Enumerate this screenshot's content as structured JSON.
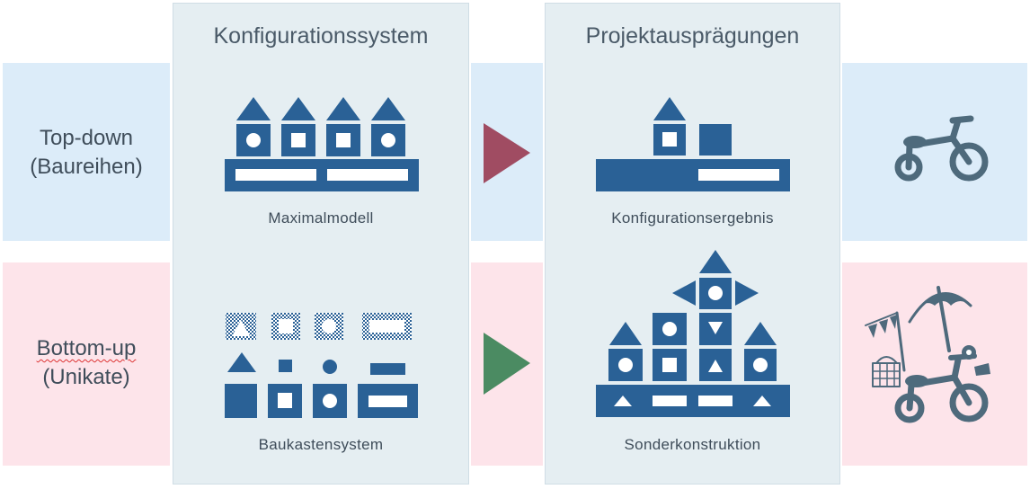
{
  "columns": {
    "left_title": "Konfigurationssystem",
    "right_title": "Projektausprägungen"
  },
  "rows": {
    "top": {
      "line1": "Top-down",
      "line2": "(Baureihen)"
    },
    "bottom": {
      "line1": "Bottom-up",
      "line2": "(Unikate)"
    }
  },
  "captions": {
    "maximal": "Maximalmodell",
    "baukasten": "Baukastensystem",
    "konfig": "Konfigurationsergebnis",
    "sonder": "Sonderkonstruktion"
  },
  "colors": {
    "block": "#2a6196",
    "arrow_top": "#a04c62",
    "arrow_bottom": "#4b8b62",
    "icon": "#4e6a7c",
    "band_top": "#dcecf9",
    "band_bottom": "#fde4ea"
  },
  "icons": {
    "top": "tricycle-icon",
    "bottom": "decorated-tricycle-icon"
  }
}
